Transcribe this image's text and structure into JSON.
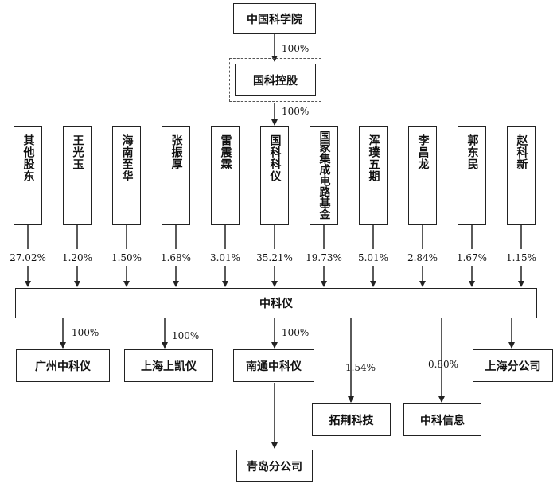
{
  "top": {
    "cas": "中国科学院",
    "holding": "国科控股",
    "pct_cas_holding": "100%",
    "pct_holding_kezy": "100%"
  },
  "shareholders": [
    {
      "name": "其他股东",
      "pct": "27.02%"
    },
    {
      "name": "王光玉",
      "pct": "1.20%"
    },
    {
      "name": "海南至华",
      "pct": "1.50%"
    },
    {
      "name": "张振厚",
      "pct": "1.68%"
    },
    {
      "name": "雷震霖",
      "pct": "3.01%"
    },
    {
      "name": "国科科仪",
      "pct": "35.21%"
    },
    {
      "name": "国家集成电路基金",
      "pct": "19.73%"
    },
    {
      "name": "浑璞五期",
      "pct": "5.01%"
    },
    {
      "name": "李昌龙",
      "pct": "2.84%"
    },
    {
      "name": "郭东民",
      "pct": "1.67%"
    },
    {
      "name": "赵科新",
      "pct": "1.15%"
    }
  ],
  "center": {
    "name": "中科仪"
  },
  "subs": {
    "guangzhou": {
      "name": "广州中科仪",
      "pct": "100%"
    },
    "shanghai_kaiyi": {
      "name": "上海上凯仪",
      "pct": "100%"
    },
    "nantong": {
      "name": "南通中科仪",
      "pct": "100%"
    },
    "tuojing": {
      "name": "拓荆科技",
      "pct": "1.54%"
    },
    "zhongke_xinxi": {
      "name": "中科信息",
      "pct": "0.80%"
    },
    "shanghai_branch": {
      "name": "上海分公司"
    },
    "qingdao_branch": {
      "name": "青岛分公司"
    }
  }
}
